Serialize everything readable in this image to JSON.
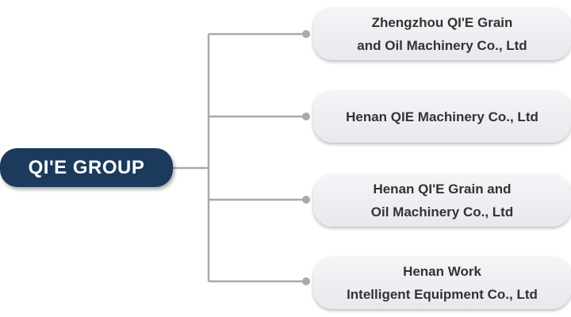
{
  "diagram": {
    "root": {
      "label": "QI'E GROUP"
    },
    "children": [
      {
        "lines": [
          "Zhengzhou QI'E Grain",
          "and Oil Machinery Co., Ltd"
        ]
      },
      {
        "lines": [
          "Henan QIE Machinery Co., Ltd"
        ]
      },
      {
        "lines": [
          "Henan QI'E Grain and",
          "Oil Machinery Co., Ltd"
        ]
      },
      {
        "lines": [
          "Henan Work",
          "Intelligent Equipment Co., Ltd"
        ]
      }
    ]
  },
  "colors": {
    "root_fill": "#1b3a5c",
    "connector": "#a9a9a9",
    "node_fill": "#eceef1",
    "node_text": "#333333"
  }
}
